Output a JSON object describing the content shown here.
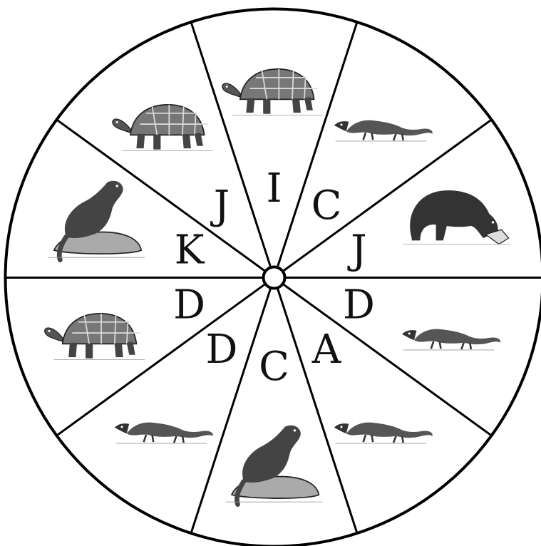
{
  "wheel": {
    "colors": {
      "ink": "#111111",
      "outline": "#000000",
      "background": "#ffffff",
      "animal_body": "#555555",
      "animal_shell": "#777777"
    },
    "sectors": [
      {
        "letter": "C",
        "animal": "mongoose-icon"
      },
      {
        "letter": "J",
        "animal": "bear-icon"
      },
      {
        "letter": "D",
        "animal": "mongoose-icon"
      },
      {
        "letter": "A",
        "animal": "mongoose-icon"
      },
      {
        "letter": "C",
        "animal": "otter-icon"
      },
      {
        "letter": "D",
        "animal": "mongoose-icon"
      },
      {
        "letter": "D",
        "animal": "tortoise-icon"
      },
      {
        "letter": "K",
        "animal": "otter-icon"
      },
      {
        "letter": "J",
        "animal": "tortoise-icon"
      },
      {
        "letter": "I",
        "animal": "tortoise-icon"
      }
    ]
  }
}
